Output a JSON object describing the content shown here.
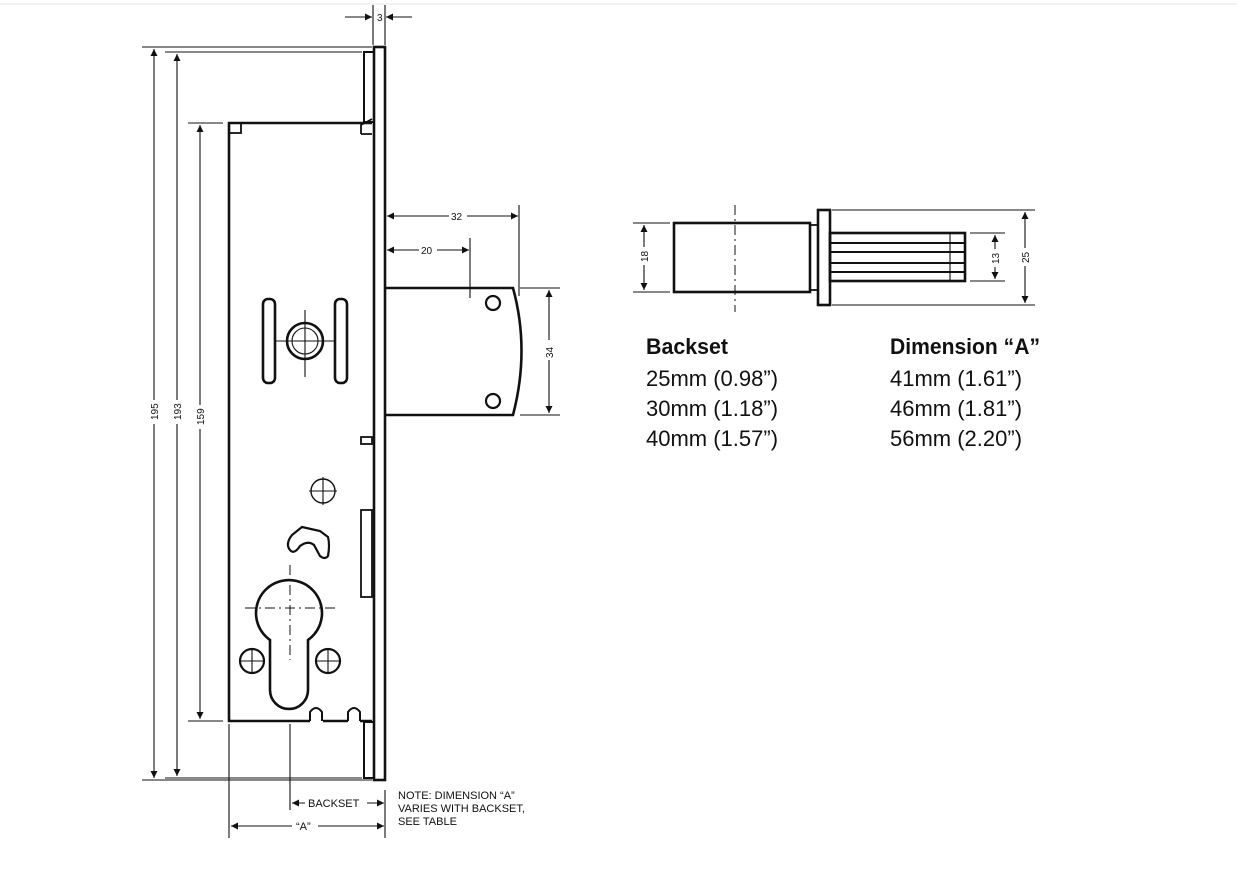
{
  "drawing": {
    "dimensions": {
      "faceplate_thickness": "3",
      "overall_height": "195",
      "faceplate_height": "193",
      "case_height": "159",
      "bolt_throw": "32",
      "bolt_throw_inner": "20",
      "bolt_height": "34",
      "backset_label": "BACKSET",
      "a_label": "“A”",
      "cylinder_body": "18",
      "spindle": "13",
      "flange": "25"
    },
    "note": [
      "NOTE: DIMENSION “A”",
      "VARIES WITH BACKSET,",
      "SEE TABLE"
    ]
  },
  "table": {
    "headers": [
      "Backset",
      "Dimension “A”"
    ],
    "rows": [
      [
        "25mm (0.98”)",
        "41mm (1.61”)"
      ],
      [
        "30mm (1.18”)",
        "46mm (1.81”)"
      ],
      [
        "40mm (1.57”)",
        "56mm (2.20”)"
      ]
    ]
  }
}
